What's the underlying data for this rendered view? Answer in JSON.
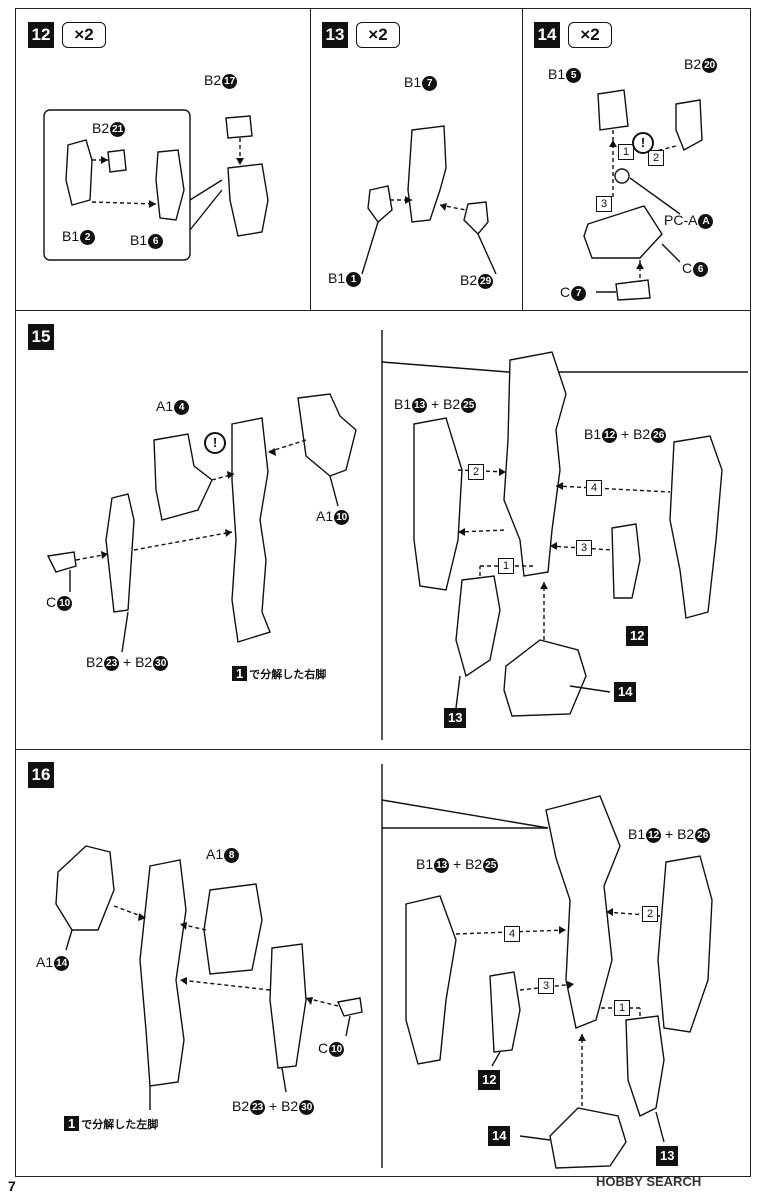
{
  "steps": {
    "s12": {
      "num": "12",
      "mult": "×2"
    },
    "s13": {
      "num": "13",
      "mult": "×2"
    },
    "s14": {
      "num": "14",
      "mult": "×2"
    },
    "s15": {
      "num": "15"
    },
    "s16": {
      "num": "16"
    }
  },
  "labels12": {
    "b2_17": {
      "text": "B2",
      "n": "17"
    },
    "b2_21": {
      "text": "B2",
      "n": "21"
    },
    "b1_2": {
      "text": "B1",
      "n": "2"
    },
    "b1_6": {
      "text": "B1",
      "n": "6"
    }
  },
  "labels13": {
    "b1_7": {
      "text": "B1",
      "n": "7"
    },
    "b1_1": {
      "text": "B1",
      "n": "1"
    },
    "b2_29": {
      "text": "B2",
      "n": "29"
    }
  },
  "labels14": {
    "b1_5": {
      "text": "B1",
      "n": "5"
    },
    "b2_20": {
      "text": "B2",
      "n": "20"
    },
    "pca": {
      "text": "PC-A",
      "n": "A"
    },
    "c6": {
      "text": "C",
      "n": "6"
    },
    "c7": {
      "text": "C",
      "n": "7"
    },
    "sub": [
      "1",
      "2",
      "3"
    ]
  },
  "labels15": {
    "a1_4": {
      "text": "A1",
      "n": "4"
    },
    "a1_10": {
      "text": "A1",
      "n": "10"
    },
    "c10": {
      "text": "C",
      "n": "10"
    },
    "b2_23_30": {
      "a": "B2",
      "n1": "23",
      "plus": "+ B2",
      "n2": "30"
    },
    "leg_note": {
      "step": "1",
      "text": "で分解した右脚"
    },
    "b1_13_b2_25": {
      "a": "B1",
      "n1": "13",
      "plus": "+ B2",
      "n2": "25"
    },
    "b1_12_b2_26": {
      "a": "B1",
      "n1": "12",
      "plus": "+ B2",
      "n2": "26"
    },
    "ref12": "12",
    "ref13": "13",
    "ref14": "14",
    "sub": [
      "1",
      "2",
      "3",
      "4"
    ]
  },
  "labels16": {
    "a1_8": {
      "text": "A1",
      "n": "8"
    },
    "a1_14": {
      "text": "A1",
      "n": "14"
    },
    "c10": {
      "text": "C",
      "n": "10"
    },
    "b2_23_30": {
      "a": "B2",
      "n1": "23",
      "plus": "+ B2",
      "n2": "30"
    },
    "leg_note": {
      "step": "1",
      "text": "で分解した左脚"
    },
    "b1_13_b2_25": {
      "a": "B1",
      "n1": "13",
      "plus": "+ B2",
      "n2": "25"
    },
    "b1_12_b2_26": {
      "a": "B1",
      "n1": "12",
      "plus": "+ B2",
      "n2": "26"
    },
    "ref12": "12",
    "ref13": "13",
    "ref14": "14",
    "sub": [
      "1",
      "2",
      "3",
      "4"
    ]
  },
  "warn": "!",
  "page_number": "7",
  "watermark": "HOBBY SEARCH"
}
